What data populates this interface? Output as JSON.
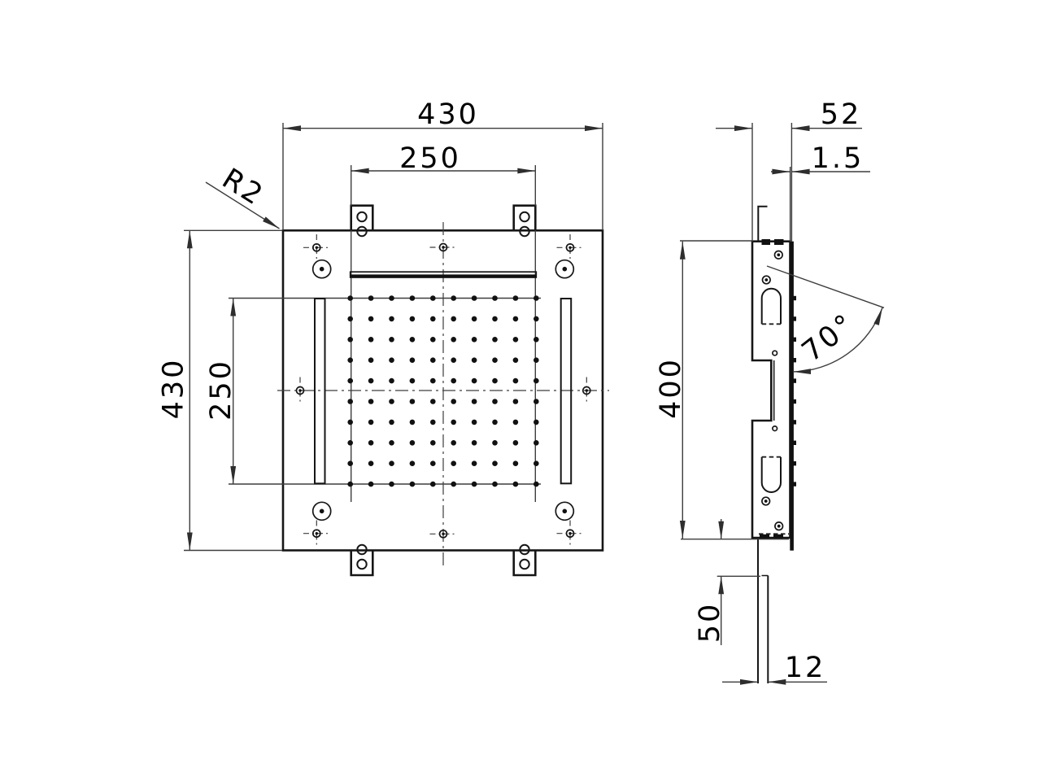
{
  "views": {
    "front": {
      "labels": {
        "width": "430",
        "inner_width": "250",
        "height": "430",
        "inner_height": "250",
        "corner_radius": "R2"
      },
      "nozzle_grid": {
        "rows": 10,
        "cols": 10
      }
    },
    "side": {
      "labels": {
        "depth": "52",
        "panel_thickness": "1.5",
        "height": "400",
        "spray_angle": "70°",
        "inlet_offset": "50",
        "pipe_width": "12"
      },
      "nozzle_count": 10
    }
  }
}
